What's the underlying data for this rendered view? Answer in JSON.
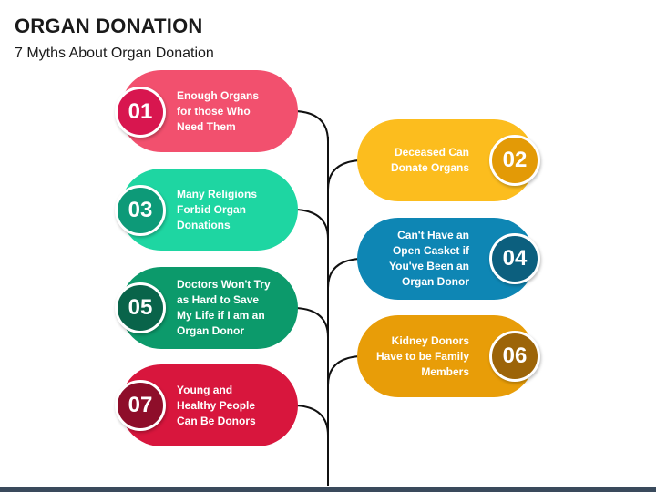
{
  "header": {
    "title": "ORGAN DONATION",
    "subtitle": "7 Myths About Organ Donation"
  },
  "myths": [
    {
      "number": "01",
      "text": "Enough Organs\nfor those Who\nNeed Them",
      "side": "left",
      "pill_color": "#f2506e",
      "badge_color": "#d8164f"
    },
    {
      "number": "02",
      "text": "Deceased Can\nDonate Organs",
      "side": "right",
      "pill_color": "#fcbd1e",
      "badge_color": "#e39a06"
    },
    {
      "number": "03",
      "text": "Many Religions\nForbid Organ\nDonations",
      "side": "left",
      "pill_color": "#1ed6a2",
      "badge_color": "#0d9a78"
    },
    {
      "number": "04",
      "text": "Can't Have an\nOpen Casket if\nYou've Been an\nOrgan Donor",
      "side": "right",
      "pill_color": "#0e86b4",
      "badge_color": "#0c5f7e"
    },
    {
      "number": "05",
      "text": "Doctors Won't Try\nas Hard to Save\nMy Life if I am an\nOrgan Donor",
      "side": "left",
      "pill_color": "#0c9a6b",
      "badge_color": "#09644a"
    },
    {
      "number": "06",
      "text": "Kidney Donors\nHave to be Family\nMembers",
      "side": "right",
      "pill_color": "#e89d08",
      "badge_color": "#9c6408"
    },
    {
      "number": "07",
      "text": "Young and\nHealthy People\nCan Be Donors",
      "side": "left",
      "pill_color": "#d8163d",
      "badge_color": "#8e0e2a"
    }
  ]
}
